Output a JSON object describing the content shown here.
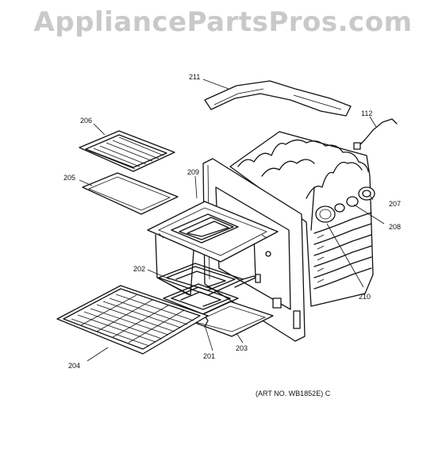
{
  "watermark": "AppliancePartsPros.com",
  "art_number": "(ART NO. WB1852E) C",
  "callouts": {
    "c211": "211",
    "c112": "112",
    "c206": "206",
    "c205": "205",
    "c209": "209",
    "c207": "207",
    "c208": "208",
    "c202": "202",
    "c210": "210",
    "c204": "204",
    "c201": "201",
    "c203": "203"
  }
}
